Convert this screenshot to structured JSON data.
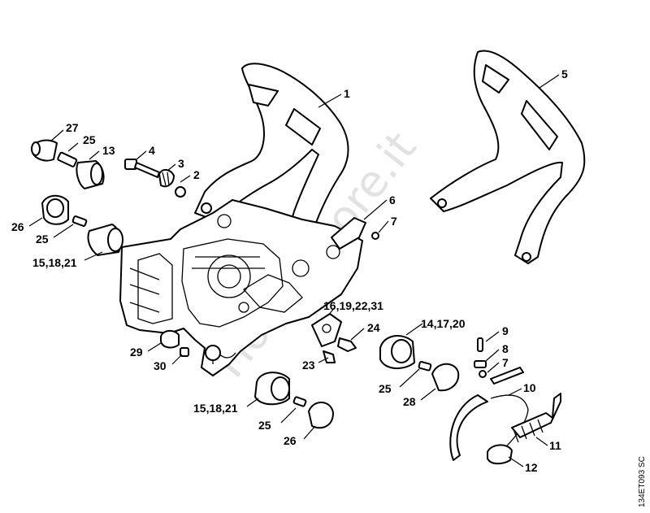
{
  "watermark": "Hobbystore.it",
  "drawing_code": "134ET093 SC",
  "callouts": {
    "c1": "1",
    "c2": "2",
    "c3": "3",
    "c4": "4",
    "c5": "5",
    "c6_top": "6",
    "c7_top": "7",
    "c9": "9",
    "c8": "8",
    "c7_mid": "7",
    "c10": "10",
    "c11": "11",
    "c12": "12",
    "c13": "13",
    "c25_top": "25",
    "c27": "27",
    "c26_left": "26",
    "c25_left": "25",
    "c15_18_21_left": "15,18,21",
    "c29": "29",
    "c30": "30",
    "c16_19_22_31": "16,19,22,31",
    "c24": "24",
    "c23": "23",
    "c14_17_20": "14,17,20",
    "c25_right": "25",
    "c28": "28",
    "c15_18_21_bottom": "15,18,21",
    "c25_bottom": "25",
    "c26_bottom": "26"
  }
}
